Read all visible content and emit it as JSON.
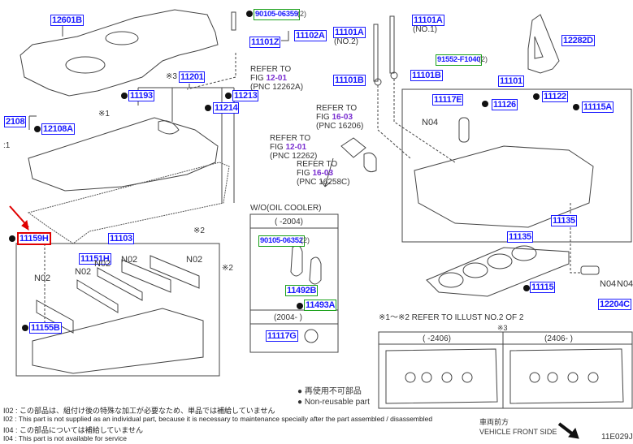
{
  "diagram_code": "11E029J",
  "colors": {
    "pnc_border": "#1a1aff",
    "pnc_green_border": "#19a019",
    "highlight": "#e00000",
    "fig_link": "#7a2fd0"
  },
  "labels": {
    "p12601B": "12601B",
    "p90105_06359": "90105-06359",
    "q90105_06359": "(2)",
    "p11102A": "11102A",
    "p11101Z": "11101Z",
    "p11201": "11201",
    "mark3": "※3",
    "p11193": "11193",
    "p11213": "11213",
    "p11214": "11214",
    "p2108": "2108",
    "p12108A": "12108A",
    "mark1": "※1",
    "mark1b": ":1",
    "p11101A_no2": "11101A",
    "no2": "(NO.2)",
    "p11101A_no1": "11101A",
    "no1": "(NO.1)",
    "p11101B_l": "11101B",
    "p11101B_r": "11101B",
    "p12282D": "12282D",
    "p91552": "91552-F1040",
    "q91552": "(2)",
    "p11101": "11101",
    "p11117E": "11117E",
    "p11126": "11126",
    "p11122": "11122",
    "p11115A": "11115A",
    "n04a": "N04",
    "p11135a": "11135",
    "p11135b": "11135",
    "p11115": "11115",
    "p12204C": "12204C",
    "n04b": "N04",
    "n04c": "N04",
    "p11159H": "11159H",
    "p11103": "11103",
    "p11151H": "11151H",
    "n02a": "N02",
    "n02b": "N02",
    "n02c": "N02",
    "n02d": "N02",
    "n02e": "N02",
    "p11155B": "11155B",
    "mark2a": "※2",
    "mark2b": "※2",
    "wo_oil_cooler": "W/O(OIL COOLER)",
    "range_2004a": "(      -2004)",
    "p90105_06352": "90105-06352",
    "q90105_06352": "(2)",
    "p11492B": "11492B",
    "p11493A": "11493A",
    "range_2004b": "(2004-      )",
    "p11117G": "11117G",
    "refer_illust": "※1〜※2 REFER TO ILLUST NO.2 OF 2",
    "mark3b": "※3",
    "range_2406a": "(      -2406)",
    "range_2406b": "(2406-      )"
  },
  "refs": [
    {
      "line1": "REFER TO",
      "fig_prefix": "FIG ",
      "fig": "12-01",
      "pnc": "(PNC 12262A)"
    },
    {
      "line1": "REFER TO",
      "fig_prefix": "FIG ",
      "fig": "12-01",
      "pnc": "(PNC 12262)"
    },
    {
      "line1": "REFER TO",
      "fig_prefix": "FIG ",
      "fig": "16-03",
      "pnc": "(PNC 16206)"
    },
    {
      "line1": "REFER TO",
      "fig_prefix": "FIG ",
      "fig": "16-03",
      "pnc": "(PNC 16258C)"
    }
  ],
  "legend": {
    "jp": "● 再使用不可部品",
    "en": "● Non-reusable part"
  },
  "notes": [
    "I02 : この部品は、組付け後の特殊な加工が必要なため、単品では補給していません",
    "I02 : This part is not supplied as an individual part, because it is necessary to maintenance specially after the part assembled / disassembled",
    "I04 : この部品については補給していません",
    "I04 : This part is not available for service"
  ],
  "front": {
    "jp": "車両前方",
    "en": "VEHICLE FRONT SIDE"
  }
}
